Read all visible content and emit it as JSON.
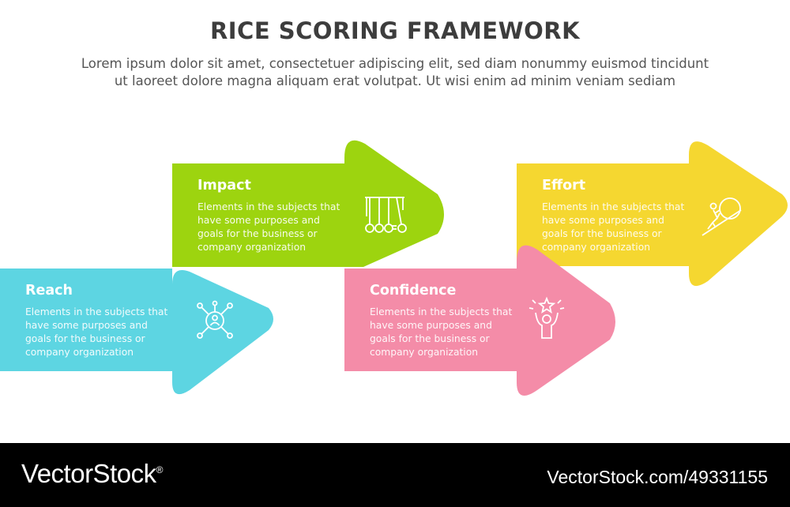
{
  "header": {
    "title": "RICE SCORING FRAMEWORK",
    "subtitle_line1": "Lorem ipsum dolor sit amet, consectetuer adipiscing elit, sed diam nonummy euismod tincidunt",
    "subtitle_line2": "ut laoreet dolore magna aliquam erat volutpat. Ut wisi enim ad minim veniam sediam"
  },
  "steps": [
    {
      "title": "Reach",
      "desc": "Elements in the subjects that have some purposes and goals for the  business or company organization",
      "color": "#5dd5e2",
      "icon": "network-user-icon"
    },
    {
      "title": "Impact",
      "desc": "Elements in the subjects that have some purposes and goals for the  business or company organization",
      "color": "#9dd40f",
      "icon": "newtons-cradle-icon"
    },
    {
      "title": "Confidence",
      "desc": "Elements in the subjects that have some purposes and goals for the  business or company organization",
      "color": "#f48ca8",
      "icon": "achievement-star-icon"
    },
    {
      "title": "Effort",
      "desc": "Elements in the subjects that have some purposes and goals for the  business or company organization",
      "color": "#f5d730",
      "icon": "push-boulder-icon"
    }
  ],
  "footer": {
    "brand": "VectorStock",
    "reg_mark": "®",
    "image_id": "VectorStock.com/49331155"
  }
}
